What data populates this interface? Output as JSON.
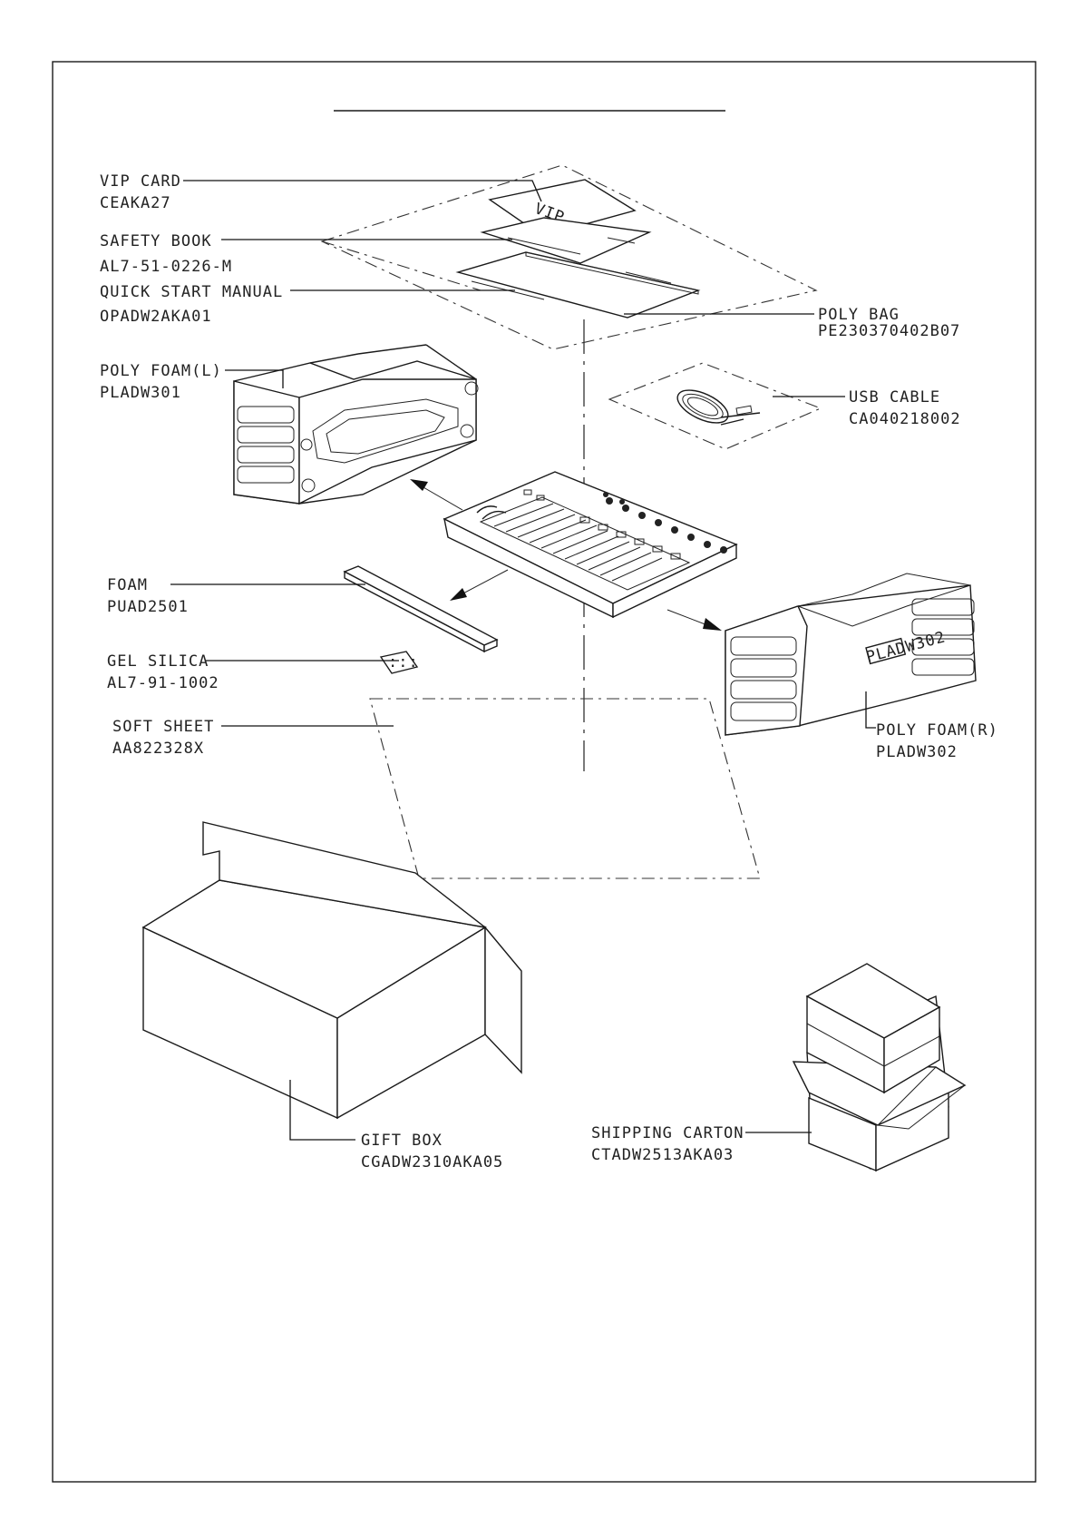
{
  "parts": {
    "vip_card": {
      "name": "VIP CARD",
      "code": "CEAKA27",
      "mark": "VIP"
    },
    "safety_book": {
      "name": "SAFETY BOOK",
      "code": "AL7-51-0226-M"
    },
    "quick_start_manual": {
      "name": "QUICK START MANUAL",
      "code": "OPADW2AKA01"
    },
    "poly_bag": {
      "name": "POLY BAG",
      "code": "PE230370402B07"
    },
    "poly_foam_left": {
      "name": "POLY FOAM(L)",
      "code": "PLADW301"
    },
    "usb_cable": {
      "name": "USB CABLE",
      "code": "CA040218002"
    },
    "foam": {
      "name": "FOAM",
      "code": "PUAD2501"
    },
    "gel_silica": {
      "name": "GEL SILICA",
      "code": "AL7-91-1002"
    },
    "soft_sheet": {
      "name": "SOFT SHEET",
      "code": "AA822328X"
    },
    "poly_foam_right": {
      "name": "POLY FOAM(R)",
      "code": "PLADW302",
      "stamp": "PLADW302"
    },
    "gift_box": {
      "name": "GIFT BOX",
      "code": "CGADW2310AKA05"
    },
    "shipping_carton": {
      "name": "SHIPPING CARTON",
      "code": "CTADW2513AKA03"
    }
  }
}
